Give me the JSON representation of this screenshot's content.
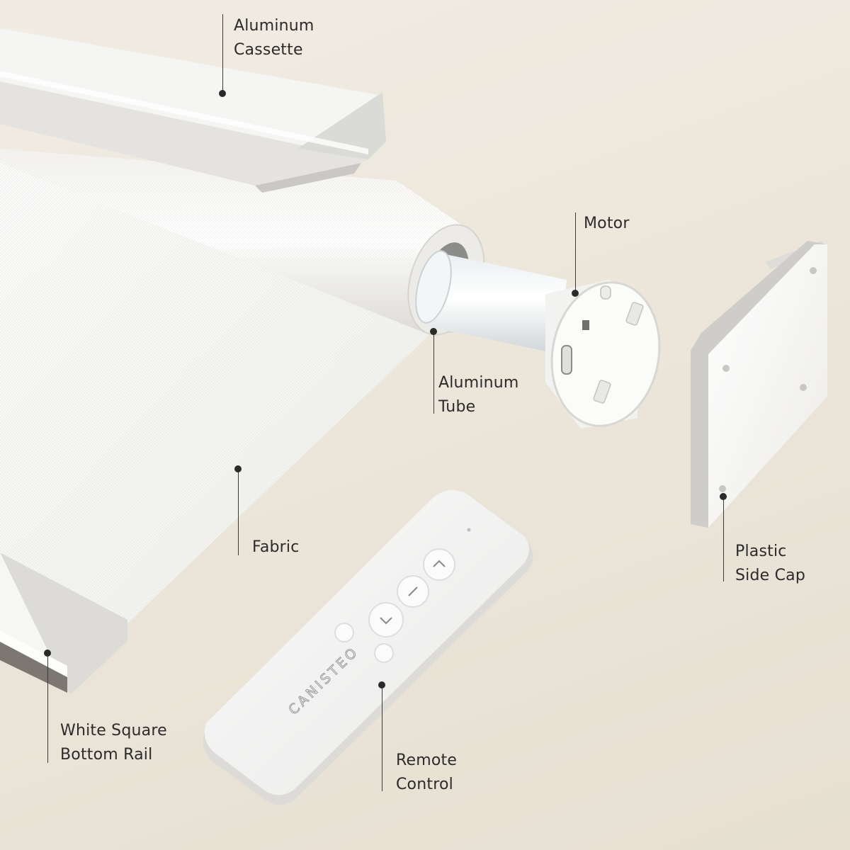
{
  "callouts": {
    "cassette": {
      "line1": "Aluminum",
      "line2": "Cassette"
    },
    "motor": {
      "line1": "Motor"
    },
    "tube": {
      "line1": "Aluminum",
      "line2": "Tube"
    },
    "fabric": {
      "line1": "Fabric"
    },
    "side_cap": {
      "line1": "Plastic",
      "line2": "Side Cap"
    },
    "bottom_rail": {
      "line1": "White Square",
      "line2": "Bottom Rail"
    },
    "remote": {
      "line1": "Remote",
      "line2": "Control"
    }
  },
  "remote_brand": "CANISTEO",
  "colors": {
    "background": "#ece6da",
    "label_text": "#2b2b2b",
    "component_white": "#f7f7f5"
  }
}
